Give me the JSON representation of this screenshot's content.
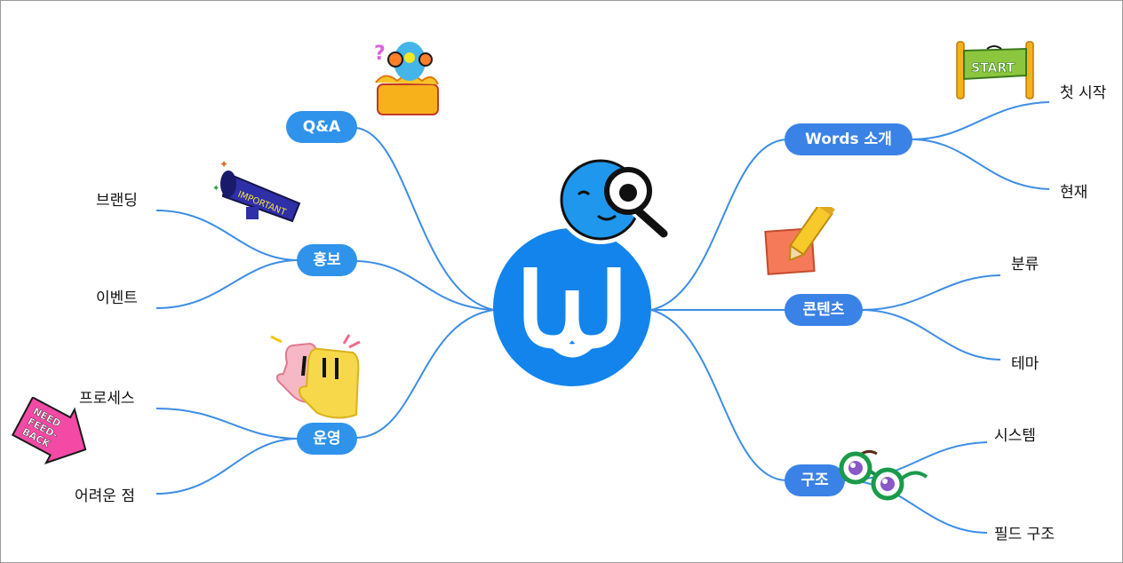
{
  "colors": {
    "line": "#3d8de6",
    "center": "#1384ec",
    "pill_left": "#2f93ec",
    "pill_right": "#3b82e6"
  },
  "center": {
    "logo_letter": "W",
    "icon": "magnifier-mascot-icon"
  },
  "branches": {
    "qa": {
      "label": "Q&A"
    },
    "promo": {
      "label": "홍보",
      "leaves": [
        "브랜딩",
        "이벤트"
      ]
    },
    "ops": {
      "label": "운영",
      "leaves": [
        "프로세스",
        "어려운 점"
      ]
    },
    "intro": {
      "label": "Words 소개",
      "leaves": [
        "첫 시작",
        "현재"
      ]
    },
    "content": {
      "label": "콘텐츠",
      "leaves": [
        "분류",
        "테마"
      ]
    },
    "structure": {
      "label": "구조",
      "leaves": [
        "시스템",
        "필드 구조"
      ]
    }
  },
  "stickers": {
    "start": {
      "text": "START",
      "icon": "start-banner-icon"
    },
    "important": {
      "text": "IMPORTANT",
      "icon": "megaphone-icon"
    },
    "feedback": {
      "lines": [
        "NEED",
        "FEED-",
        "BACK"
      ],
      "icon": "need-feedback-arrow-icon"
    },
    "qa_icon": "question-bird-icon",
    "pencil_icon": "pencil-note-icon",
    "hands_icon": "high-five-icon",
    "glasses_icon": "glasses-icon"
  }
}
